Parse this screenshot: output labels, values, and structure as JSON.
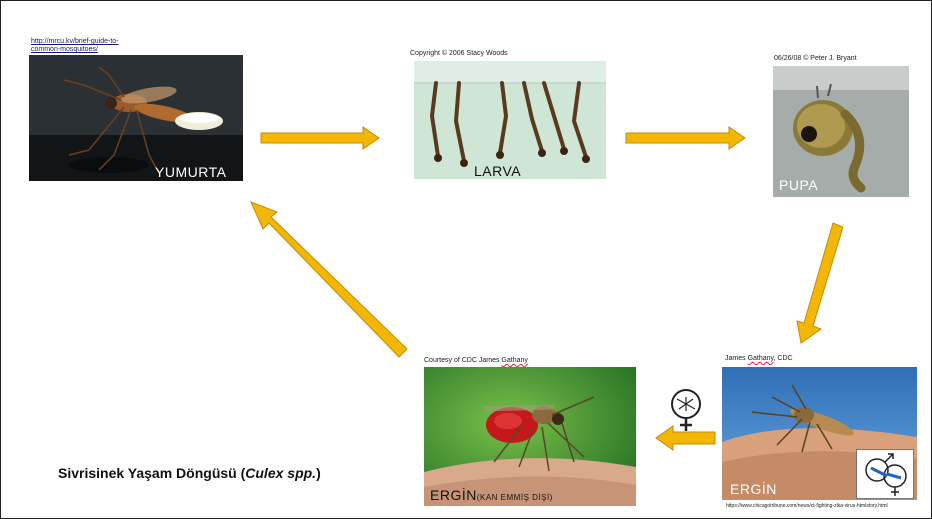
{
  "title": {
    "main": "Sivrisinek Yaşam Döngüsü (",
    "italic": "Culex spp.",
    "end": ")"
  },
  "stages": {
    "egg": {
      "label": "YUMURTA",
      "credit": "http://mrcu.kv/brief-guide-to-common-mosquitoes/"
    },
    "larva": {
      "label": "LARVA",
      "credit": "Copyright © 2006 Stacy Woods"
    },
    "pupa": {
      "label": "PUPA",
      "credit": "06/26/08 © Peter J. Bryant"
    },
    "adult_male": {
      "label": "ERGİN",
      "credit_a": "James ",
      "credit_b": "Gathany",
      "credit_c": ", CDC",
      "source": "https://www.chicagotribune.com/news/ct-fighting-zika-virus-htmlstory.html"
    },
    "adult_female": {
      "label": "ERGİN",
      "sublabel": "(KAN EMMİŞ DİŞİ)",
      "credit_a": "Courtesy of CDC  James ",
      "credit_b": "Gathany"
    }
  },
  "colors": {
    "arrow": "#f2b705",
    "arrow_stroke": "#c98a00"
  },
  "icons": [
    "female-symbol-icon",
    "male-female-symbol-icon"
  ]
}
